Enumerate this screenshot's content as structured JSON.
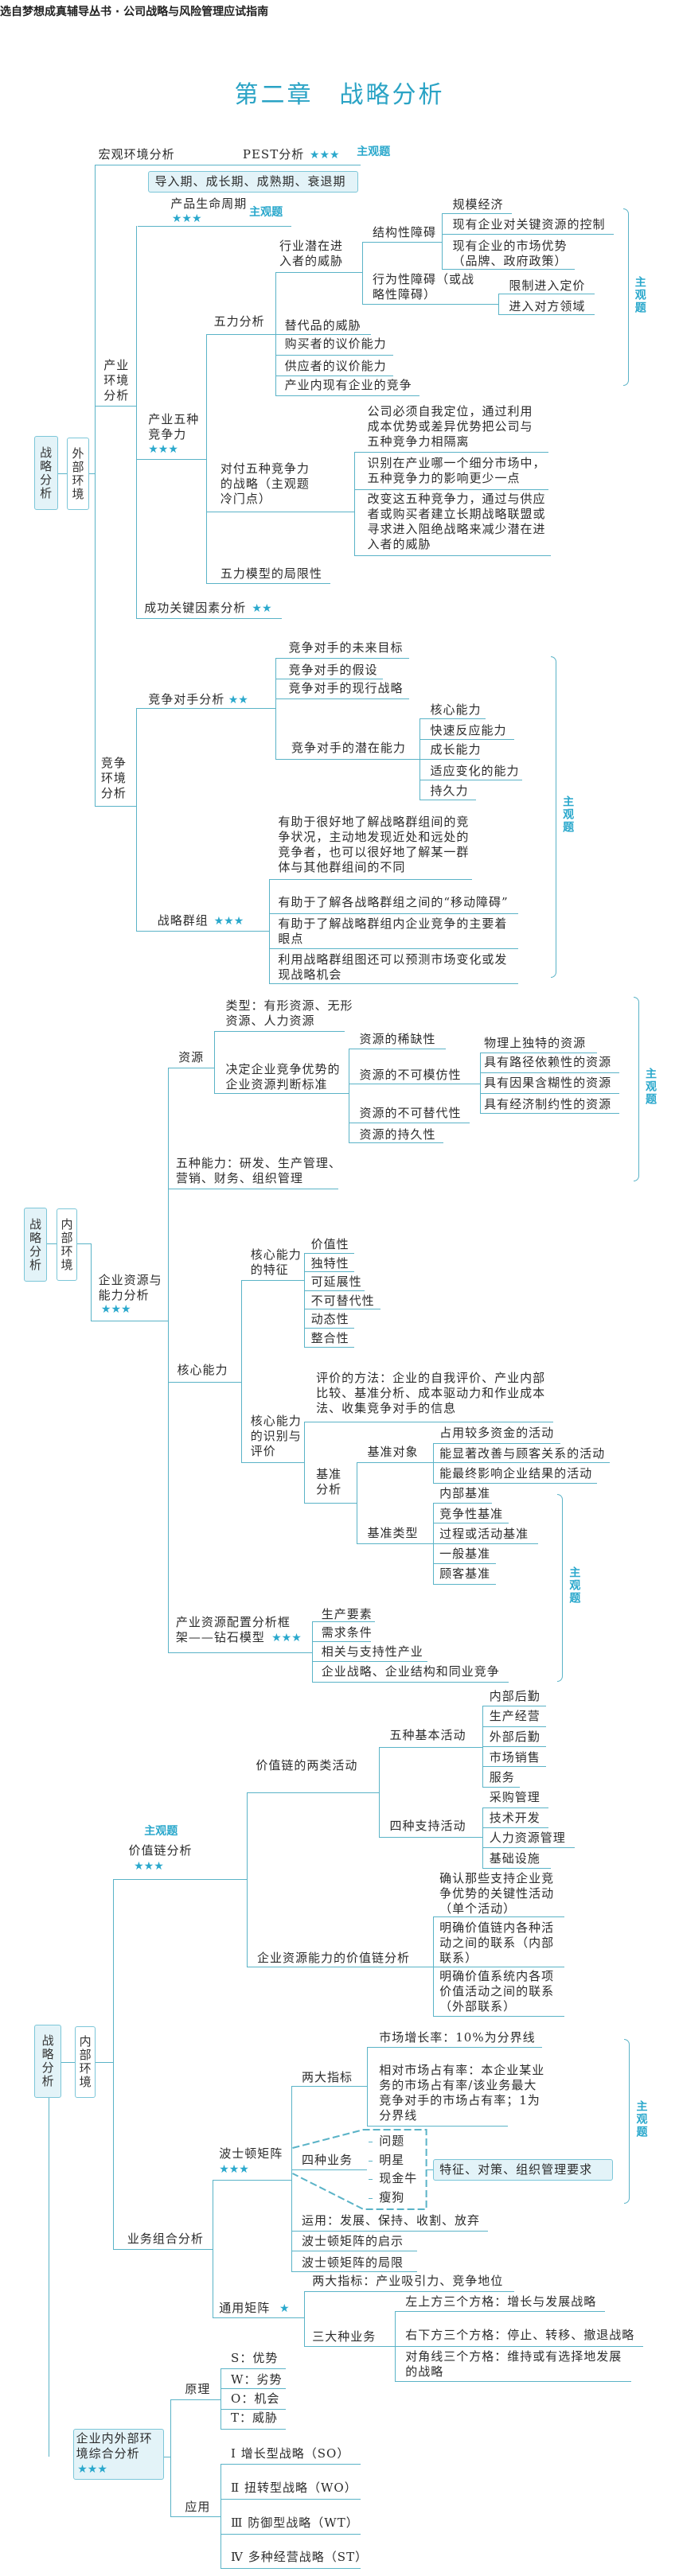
{
  "header": {
    "series": "选自梦想成真辅导丛书 · 公司战略与风险管理应试指南",
    "title": "第二章　战略分析"
  },
  "tag": "主观题",
  "colors": {
    "accent": "#2aa8cc",
    "line": "#5ab3c7",
    "box": "#e3f3f8"
  },
  "ext": {
    "root": "战略分析",
    "env": "外部环境",
    "macro": "宏观环境分析",
    "pest": "PEST分析",
    "pest_stars": "★★★",
    "industry": "产业环境分析",
    "plc_stages": "导入期、成长期、成熟期、衰退期",
    "plc": "产品生命周期",
    "plc_stars": "★★★",
    "ff": "产业五种竞争力",
    "ff_stars": "★★★",
    "ff_analysis": "五力分析",
    "entrant": "行业潜在进入者的威胁",
    "structural": "结构性障碍",
    "structural_items": [
      "规模经济",
      "现有企业对关键资源的控制",
      "现有企业的市场优势（品牌、政府政策）"
    ],
    "behavioral": "行为性障碍（或战略性障碍）",
    "behavioral_items": [
      "限制进入定价",
      "进入对方领域"
    ],
    "forces": [
      "替代品的威胁",
      "购买者的议价能力",
      "供应者的议价能力",
      "产业内现有企业的竞争"
    ],
    "ff_strategy": "对付五种竞争力的战略（主观题冷门点）",
    "ff_strategy_items": [
      "公司必须自我定位，通过利用成本优势或差异优势把公司与五种竞争力相隔离",
      "识别在产业哪一个细分市场中，五种竞争力的影响更少一点",
      "改变这五种竞争力，通过与供应者或购买者建立长期战略联盟或寻求进入阻绝战略来减少潜在进入者的威胁"
    ],
    "ff_limits": "五力模型的局限性",
    "ksf": "成功关键因素分析",
    "ksf_stars": "★★",
    "competitive": "竞争环境分析",
    "rival": "竞争对手分析",
    "rival_stars": "★★",
    "rival_items": [
      "竞争对手的未来目标",
      "竞争对手的假设",
      "竞争对手的现行战略",
      "竞争对手的潜在能力"
    ],
    "potential": [
      "核心能力",
      "快速反应能力",
      "成长能力",
      "适应变化的能力",
      "持久力"
    ],
    "groups": "战略群组",
    "groups_stars": "★★★",
    "groups_items": [
      "有助于很好地了解战略群组间的竞争状况，主动地发现近处和远处的竞争者，也可以很好地了解某一群体与其他群组间的不同",
      "有助于了解各战略群组之间的“移动障碍”",
      "有助于了解战略群组内企业竞争的主要着眼点",
      "利用战略群组图还可以预测市场变化或发现战略机会"
    ]
  },
  "int1": {
    "root": "战略分析",
    "env": "内部环境",
    "rc": "企业资源与能力分析",
    "rc_stars": "★★★",
    "res": "资源",
    "res_types": "类型：有形资源、无形资源、人力资源",
    "res_criteria": "决定企业竞争优势的企业资源判断标准",
    "criteria": [
      "资源的稀缺性",
      "资源的不可模仿性",
      "资源的不可替代性",
      "资源的持久性"
    ],
    "inimitable": [
      "物理上独特的资源",
      "具有路径依赖性的资源",
      "具有因果含糊性的资源",
      "具有经济制约性的资源"
    ],
    "five_cap": "五种能力：研发、生产管理、营销、财务、组织管理",
    "core": "核心能力",
    "core_feat": "核心能力的特征",
    "features": [
      "价值性",
      "独特性",
      "可延展性",
      "不可替代性",
      "动态性",
      "整合性"
    ],
    "core_eval": "核心能力的识别与评价",
    "eval_methods": "评价的方法：企业的自我评价、产业内部比较、基准分析、成本驱动力和作业成本法、收集竞争对手的信息",
    "bench": "基准分析",
    "bench_obj": "基准对象",
    "bench_obj_items": [
      "占用较多资金的活动",
      "能显著改善与顾客关系的活动",
      "能最终影响企业结果的活动"
    ],
    "bench_type": "基准类型",
    "bench_types": [
      "内部基准",
      "竞争性基准",
      "过程或活动基准",
      "一般基准",
      "顾客基准"
    ],
    "diamond": "产业资源配置分析框架——钻石模型",
    "diamond_stars": "★★★",
    "diamond_items": [
      "生产要素",
      "需求条件",
      "相关与支持性产业",
      "企业战略、企业结构和同业竞争"
    ]
  },
  "int2": {
    "root": "战略分析",
    "env": "内部环境",
    "vc": "价值链分析",
    "vc_stars": "★★★",
    "vc_two": "价值链的两类活动",
    "primary": "五种基本活动",
    "primary_items": [
      "内部后勤",
      "生产经营",
      "外部后勤",
      "市场销售",
      "服务"
    ],
    "support": "四种支持活动",
    "support_items": [
      "采购管理",
      "技术开发",
      "人力资源管理",
      "基础设施"
    ],
    "vc_analysis": "企业资源能力的价值链分析",
    "vc_analysis_items": [
      "确认那些支持企业竞争优势的关键性活动（单个活动）",
      "明确价值链内各种活动之间的联系（内部联系）",
      "明确价值系统内各项价值活动之间的联系（外部联系）"
    ],
    "portfolio": "业务组合分析",
    "bcg": "波士顿矩阵",
    "bcg_stars": "★★★",
    "bcg_ind": "两大指标",
    "bcg_ind_items": [
      "市场增长率：10%为分界线",
      "相对市场占有率：本企业某业务的市场占有率/该业务最大竞争对手的市场占有率；1为分界线"
    ],
    "bcg_four": "四种业务",
    "bcg_types": [
      "问题",
      "明星",
      "现金牛",
      "瘦狗"
    ],
    "bcg_box": "特征、对策、组织管理要求",
    "bcg_use": "运用：发展、保持、收割、放弃",
    "bcg_insight": "波士顿矩阵的启示",
    "bcg_limit": "波士顿矩阵的局限",
    "ge": "通用矩阵",
    "ge_stars": "★",
    "ge_ind": "两大指标：产业吸引力、竞争地位",
    "ge_three": "三大种业务",
    "ge_items": [
      "左上方三个方格：增长与发展战略",
      "右下方三个方格：停止、转移、撤退战略",
      "对角线三个方格：维持或有选择地发展的战略"
    ],
    "swot": "企业内外部环境综合分析",
    "swot_stars": "★★★",
    "principle": "原理",
    "swot_items": [
      "S：优势",
      "W：劣势",
      "O：机会",
      "T：威胁"
    ],
    "apply": "应用",
    "apply_items": [
      "Ⅰ 增长型战略（SO）",
      "Ⅱ 扭转型战略（WO）",
      "Ⅲ 防御型战略（WT）",
      "Ⅳ 多种经营战略（ST）"
    ]
  }
}
